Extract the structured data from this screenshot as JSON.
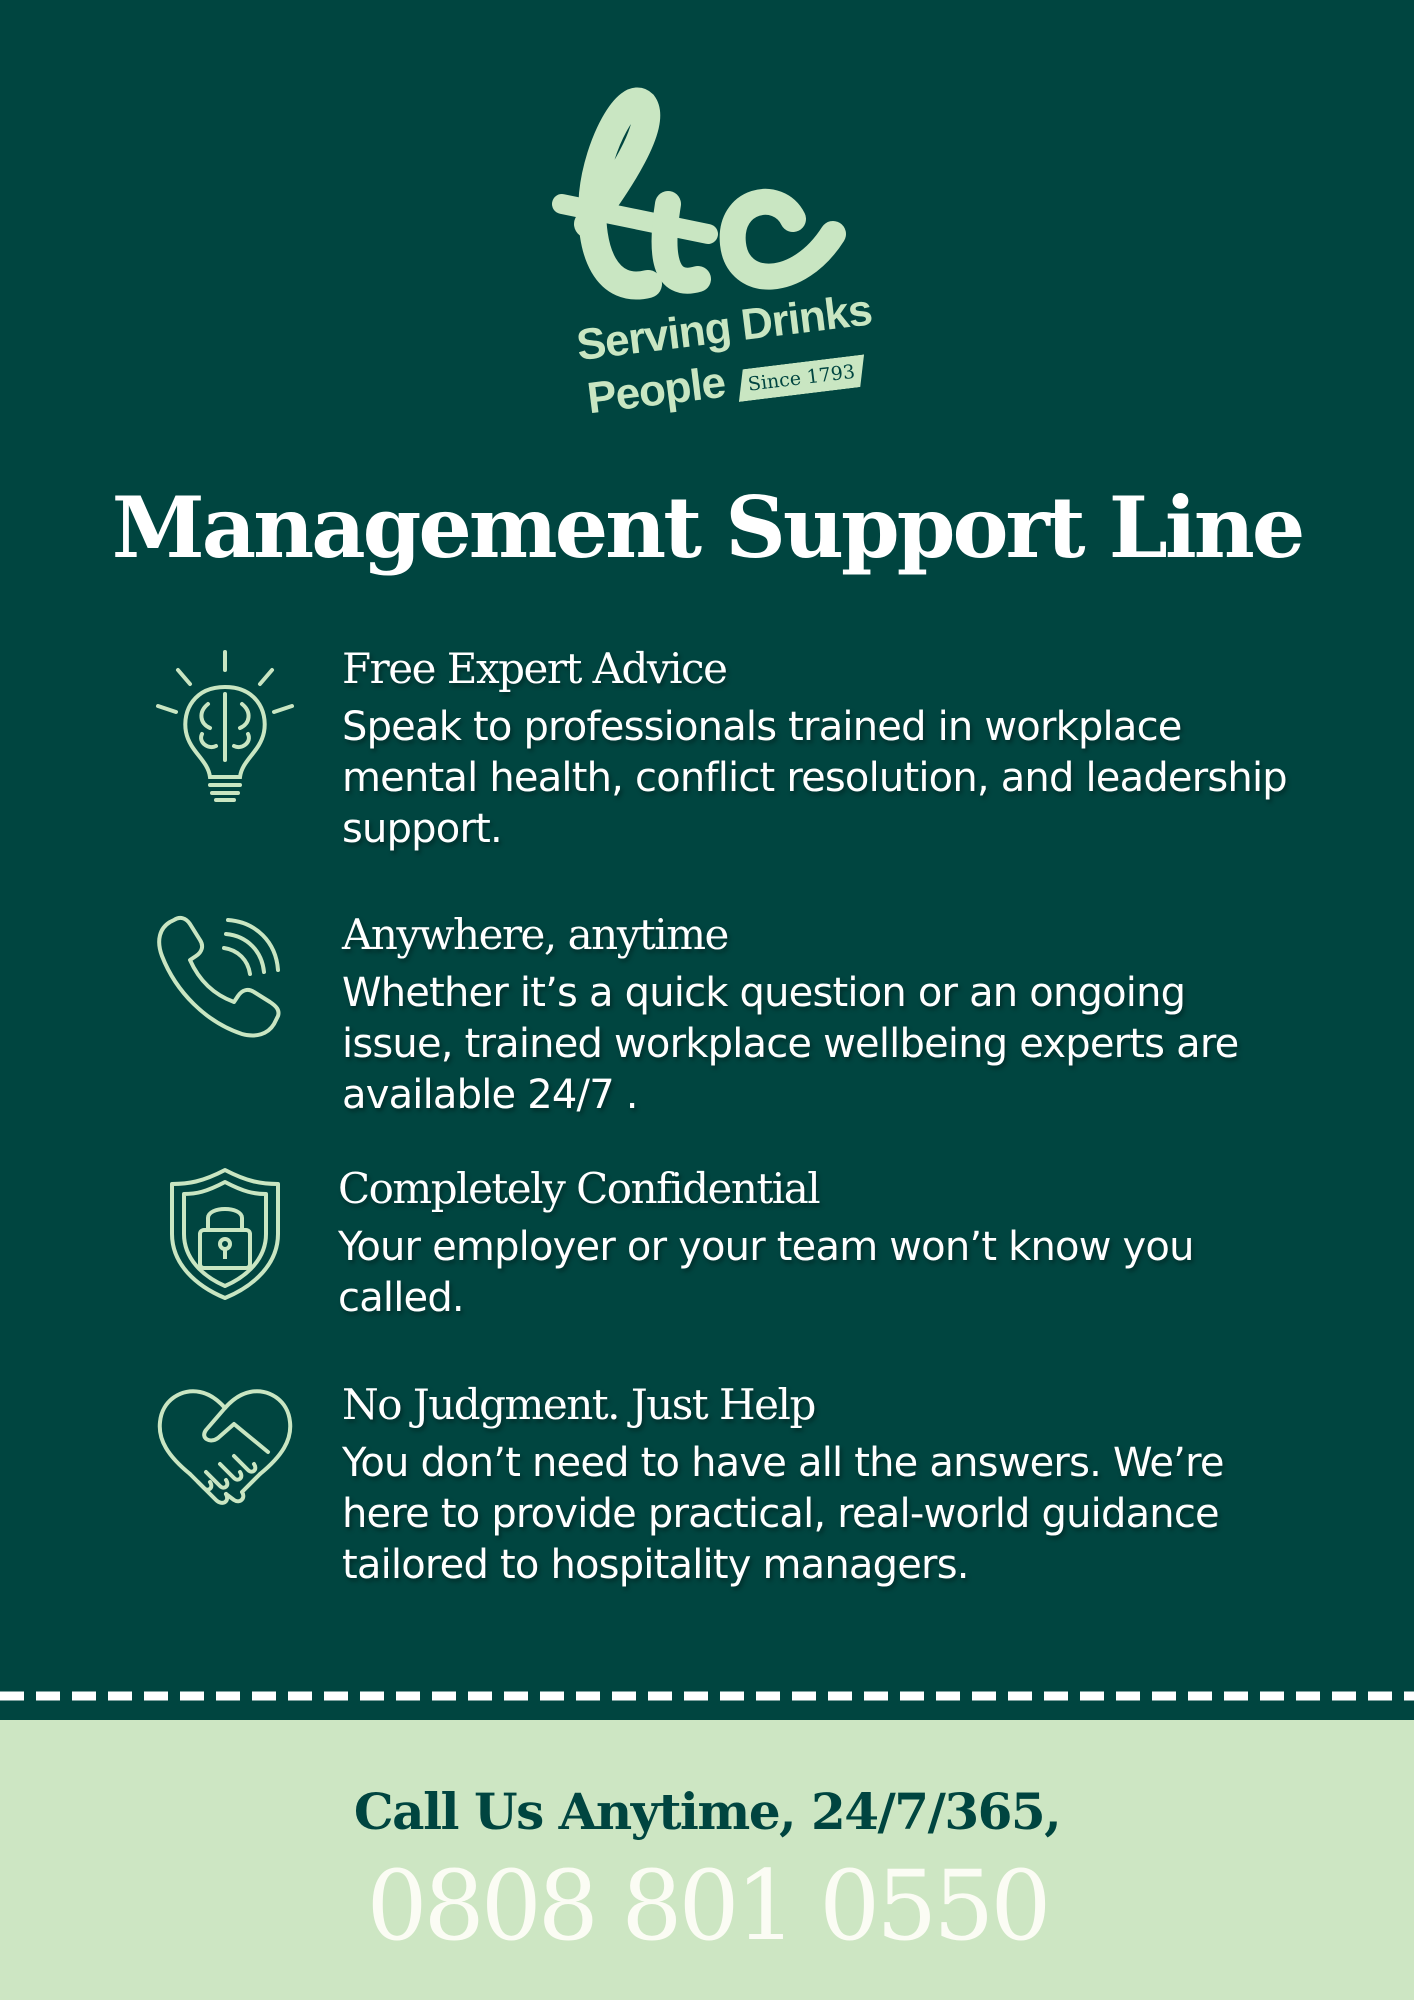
{
  "brand": {
    "logo_text": "ltc",
    "tagline_line1": "Serving Drinks",
    "tagline_line2": "People",
    "since": "Since 1793"
  },
  "title": "Management Support Line",
  "features": [
    {
      "icon": "lightbulb-brain-icon",
      "heading": "Free Expert Advice",
      "body": "Speak to professionals trained in workplace mental health, conflict resolution, and leadership support."
    },
    {
      "icon": "phone-ringing-icon",
      "heading": "Anywhere, anytime",
      "body": "Whether it’s a quick question or an ongoing issue, trained workplace wellbeing experts are available 24/7 ."
    },
    {
      "icon": "shield-lock-icon",
      "heading": "Completely Confidential",
      "body": "Your employer or your team won’t know you called."
    },
    {
      "icon": "heart-handshake-icon",
      "heading": "No Judgment. Just Help",
      "body": "You don’t need to have all the answers. We’re here to provide practical, real-world guidance tailored to hospitality managers."
    }
  ],
  "cta": {
    "call_text": "Call Us Anytime, 24/7/365,",
    "phone": "0808 801 0550"
  },
  "colors": {
    "background": "#004540",
    "accent": "#c9e6c2",
    "footer": "#cde6c3",
    "text": "#ffffff"
  }
}
